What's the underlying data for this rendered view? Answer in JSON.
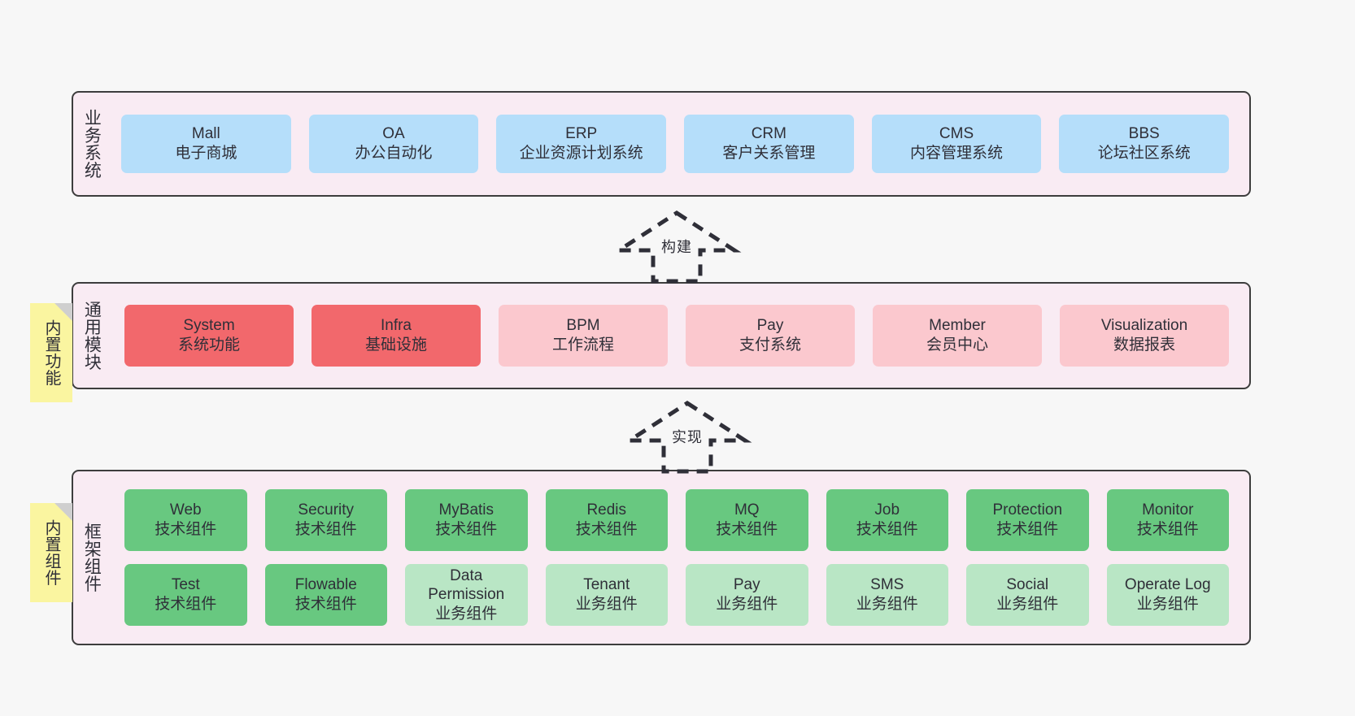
{
  "canvas": {
    "background": "#F7F7F7",
    "panel_bg": "#F9EBF3",
    "panel_border": "#3D3D3D",
    "sticky_bg": "#FAF5A0",
    "sticky_fold": "#CFCFCF"
  },
  "layers": [
    {
      "id": "business-system",
      "label": "业务系统",
      "card_color": "#B5DEFA",
      "rows": [
        {
          "cards": [
            {
              "en": "Mall",
              "cn": "电子商城",
              "color": "#B5DEFA"
            },
            {
              "en": "OA",
              "cn": "办公自动化",
              "color": "#B5DEFA"
            },
            {
              "en": "ERP",
              "cn": "企业资源计划系统",
              "color": "#B5DEFA"
            },
            {
              "en": "CRM",
              "cn": "客户关系管理",
              "color": "#B5DEFA"
            },
            {
              "en": "CMS",
              "cn": "内容管理系统",
              "color": "#B5DEFA"
            },
            {
              "en": "BBS",
              "cn": "论坛社区系统",
              "color": "#B5DEFA"
            }
          ]
        }
      ]
    },
    {
      "id": "common-module",
      "label": "通用模块",
      "card_color": "#FBC8CE",
      "rows": [
        {
          "cards": [
            {
              "en": "System",
              "cn": "系统功能",
              "color": "#F2686C"
            },
            {
              "en": "Infra",
              "cn": "基础设施",
              "color": "#F2686C"
            },
            {
              "en": "BPM",
              "cn": "工作流程",
              "color": "#FBC8CE"
            },
            {
              "en": "Pay",
              "cn": "支付系统",
              "color": "#FBC8CE"
            },
            {
              "en": "Member",
              "cn": "会员中心",
              "color": "#FBC8CE"
            },
            {
              "en": "Visualization",
              "cn": "数据报表",
              "color": "#FBC8CE"
            }
          ]
        }
      ]
    },
    {
      "id": "framework-component",
      "label": "框架组件",
      "card_color": "#68C880",
      "rows": [
        {
          "cards": [
            {
              "en": "Web",
              "cn": "技术组件",
              "color": "#68C880"
            },
            {
              "en": "Security",
              "cn": "技术组件",
              "color": "#68C880"
            },
            {
              "en": "MyBatis",
              "cn": "技术组件",
              "color": "#68C880"
            },
            {
              "en": "Redis",
              "cn": "技术组件",
              "color": "#68C880"
            },
            {
              "en": "MQ",
              "cn": "技术组件",
              "color": "#68C880"
            },
            {
              "en": "Job",
              "cn": "技术组件",
              "color": "#68C880"
            },
            {
              "en": "Protection",
              "cn": "技术组件",
              "color": "#68C880"
            },
            {
              "en": "Monitor",
              "cn": "技术组件",
              "color": "#68C880"
            }
          ]
        },
        {
          "cards": [
            {
              "en": "Test",
              "cn": "技术组件",
              "color": "#68C880"
            },
            {
              "en": "Flowable",
              "cn": "技术组件",
              "color": "#68C880"
            },
            {
              "en": "Data Permission",
              "cn": "业务组件",
              "color": "#B9E6C5"
            },
            {
              "en": "Tenant",
              "cn": "业务组件",
              "color": "#B9E6C5"
            },
            {
              "en": "Pay",
              "cn": "业务组件",
              "color": "#B9E6C5"
            },
            {
              "en": "SMS",
              "cn": "业务组件",
              "color": "#B9E6C5"
            },
            {
              "en": "Social",
              "cn": "业务组件",
              "color": "#B9E6C5"
            },
            {
              "en": "Operate Log",
              "cn": "业务组件",
              "color": "#B9E6C5"
            }
          ]
        }
      ]
    }
  ],
  "stickies": [
    {
      "id": "builtin-function",
      "label": "内置功能"
    },
    {
      "id": "builtin-component",
      "label": "内置组件"
    }
  ],
  "arrows": [
    {
      "id": "build",
      "label": "构建"
    },
    {
      "id": "implement",
      "label": "实现"
    }
  ]
}
